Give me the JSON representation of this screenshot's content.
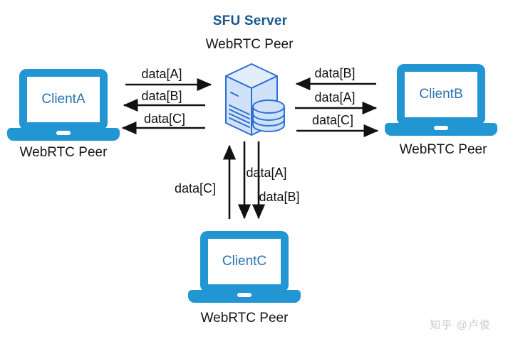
{
  "title": "SFU Server",
  "server": {
    "peer_label": "WebRTC Peer",
    "icon": "server-database-icon"
  },
  "clients": {
    "a": {
      "name": "ClientA",
      "peer_label": "WebRTC Peer",
      "position": "left"
    },
    "b": {
      "name": "ClientB",
      "peer_label": "WebRTC Peer",
      "position": "right"
    },
    "c": {
      "name": "ClientC",
      "peer_label": "WebRTC Peer",
      "position": "bottom"
    }
  },
  "flows": {
    "left": [
      {
        "label": "data[A]",
        "from": "ClientA",
        "to": "SFU Server"
      },
      {
        "label": "data[B]",
        "from": "SFU Server",
        "to": "ClientA"
      },
      {
        "label": "data[C]",
        "from": "SFU Server",
        "to": "ClientA"
      }
    ],
    "right": [
      {
        "label": "data[B]",
        "from": "ClientB",
        "to": "SFU Server"
      },
      {
        "label": "data[A]",
        "from": "SFU Server",
        "to": "ClientB"
      },
      {
        "label": "data[C]",
        "from": "SFU Server",
        "to": "ClientB"
      }
    ],
    "bottom": [
      {
        "label": "data[C]",
        "from": "ClientC",
        "to": "SFU Server"
      },
      {
        "label": "data[A]",
        "from": "SFU Server",
        "to": "ClientC"
      },
      {
        "label": "data[B]",
        "from": "SFU Server",
        "to": "ClientC"
      }
    ]
  },
  "watermark": "知乎 @卢俊",
  "colors": {
    "laptop_blue": "#2196d3",
    "client_name_blue": "#2a72b0",
    "title_blue": "#18568c",
    "server_outline_blue": "#2e6fd3",
    "server_fill_blue": "#cfe2f8",
    "arrow_black": "#111111",
    "watermark_gray": "#c9c9c9"
  }
}
